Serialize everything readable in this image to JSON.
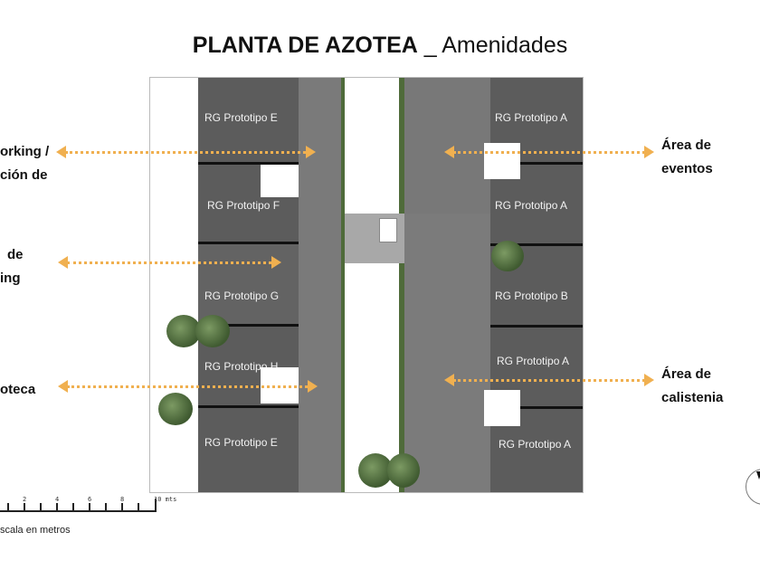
{
  "title": {
    "bold": "PLANTA DE AZOTEA",
    "regular": " _ Amenidades"
  },
  "left_labels": [
    {
      "line1": "orking /",
      "line2": "ción de"
    },
    {
      "line1": "de",
      "line2": "ing"
    },
    {
      "line1": "oteca",
      "line2": ""
    }
  ],
  "right_labels": [
    {
      "line1": "Área de",
      "line2": "eventos"
    },
    {
      "line1": "Área de",
      "line2": "calistenia"
    }
  ],
  "units_left": [
    "RG Prototipo E",
    "RG Prototipo F",
    "RG Prototipo G",
    "RG Prototipo H",
    "RG Prototipo E"
  ],
  "units_right": [
    "RG Prototipo A",
    "RG Prototipo A",
    "RG Prototipo B",
    "RG Prototipo A",
    "RG Prototipo A"
  ],
  "scale": {
    "ticks": [
      "2",
      "4",
      "6",
      "8",
      "10 mts"
    ],
    "caption": "scala en metros"
  },
  "colors": {
    "arrow": "#f0b050",
    "unit": "#5c5c5c",
    "corridor": "#7a7a7a"
  }
}
